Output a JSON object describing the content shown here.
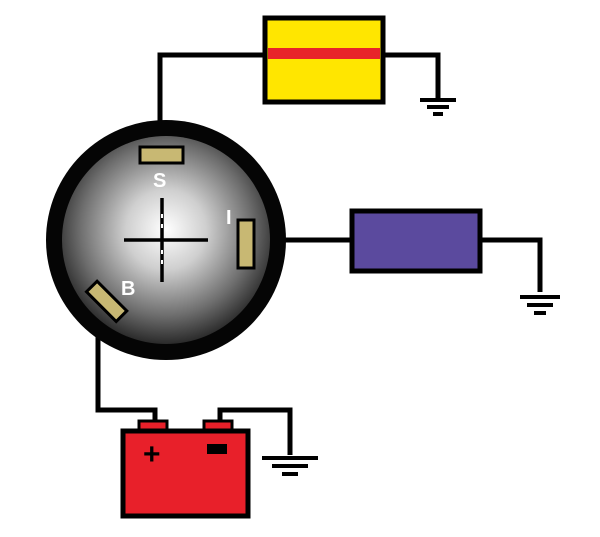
{
  "diagram": {
    "terminals": {
      "s": "S",
      "i": "I",
      "b": "B"
    },
    "battery": {
      "positive_symbol": "+"
    },
    "colors": {
      "wire": "#000000",
      "switch_terminal": "#c8b873",
      "starter_fill": "#ffe600",
      "starter_stripe": "#e8232a",
      "ignition_fill": "#5b4a9e",
      "battery_fill": "#e8202a"
    }
  }
}
